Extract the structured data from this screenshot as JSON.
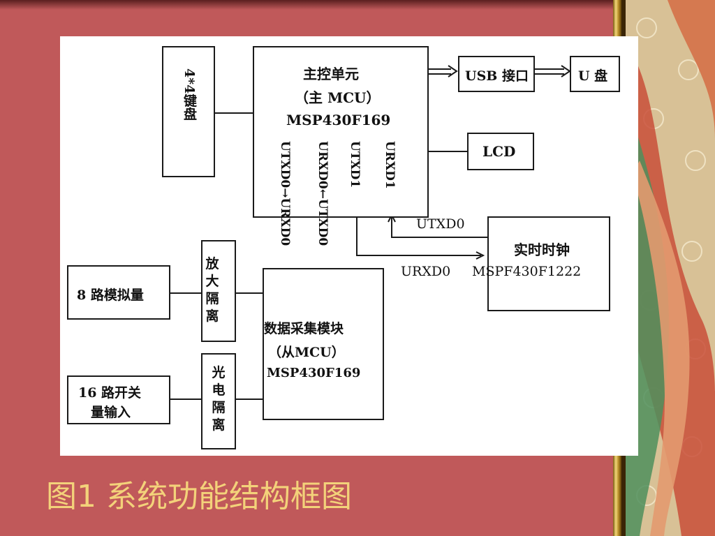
{
  "slide": {
    "caption": "图1    系统功能结构框图",
    "colors": {
      "background": "#c0595a",
      "caption": "#f3d27a",
      "gold": "#d9b24a"
    }
  },
  "diagram": {
    "keypad": "4*4键盘",
    "main_mcu": {
      "line1": "主控单元",
      "line2": "（主 MCU）",
      "line3": "MSP430F169"
    },
    "usb": "USB 接口",
    "udisk": "U 盘",
    "lcd": "LCD",
    "pins": {
      "utxd0_main": "UTXD0→URXD0",
      "urxd0_main": "URXD0←UTXD0",
      "utxd1": "UTXD1",
      "urxd1": "URXD1"
    },
    "rtc": {
      "line1": "实时时钟",
      "line2": "MSPF430F1222",
      "utxd0": "UTXD0",
      "urxd0": "URXD0"
    },
    "analog": "8 路模拟量",
    "amp": "放大隔离",
    "acq": {
      "line1": "数据采集模块",
      "line2": "（从MCU）",
      "line3": "MSP430F169"
    },
    "switch_in": {
      "line1": "16 路开关",
      "line2": "量输入"
    },
    "opto": "光电隔离"
  }
}
